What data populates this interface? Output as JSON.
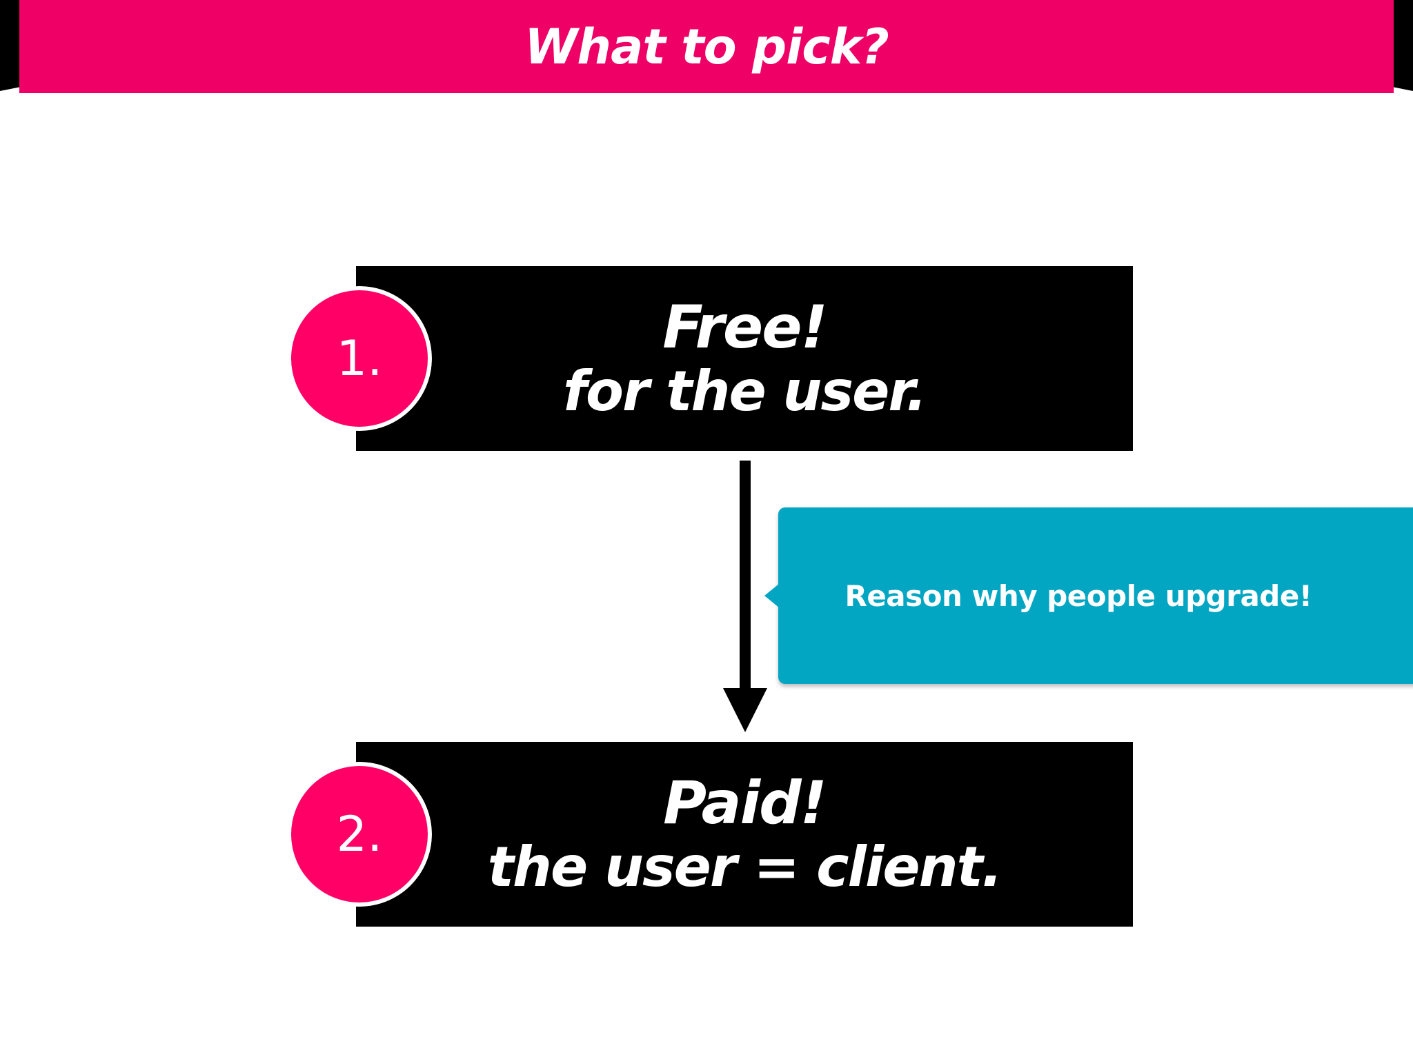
{
  "header": {
    "title": "What to pick?"
  },
  "options": [
    {
      "number": "1.",
      "heading": "Free!",
      "subheading": "for the user."
    },
    {
      "number": "2.",
      "heading": "Paid!",
      "subheading": "the user = client."
    }
  ],
  "callout": {
    "text": "Reason why people upgrade!"
  },
  "colors": {
    "banner": "#ee0066",
    "circle": "#ff0066",
    "box": "#000000",
    "callout": "#03a6c2",
    "text": "#ffffff"
  },
  "icons": {
    "connector": "down-arrow-icon"
  }
}
